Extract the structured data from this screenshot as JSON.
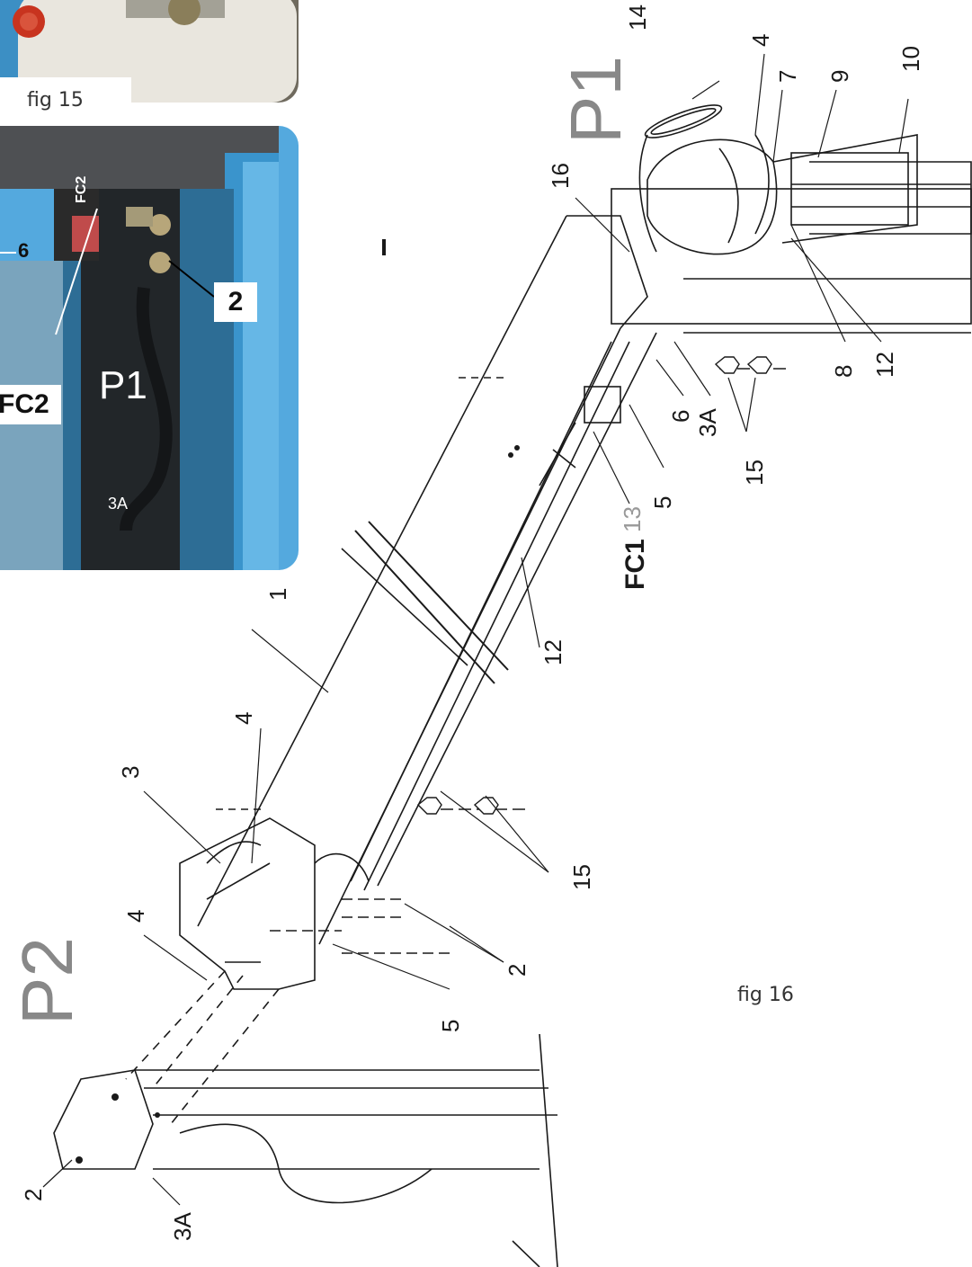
{
  "captions": {
    "fig15": "fig 15",
    "fig16": "fig 16"
  },
  "photo16": {
    "labels": {
      "six": "6",
      "fc2_tag": "FC2",
      "fc2_callout": "FC2",
      "two": "2",
      "p1": "P1",
      "three_a": "3A"
    }
  },
  "diagram": {
    "post_labels": {
      "p1": "P1",
      "p2": "P2"
    },
    "callouts": {
      "c14": "14",
      "c4_top": "4",
      "c10": "10",
      "c7": "7",
      "c9": "9",
      "c16": "16",
      "c8": "8",
      "c12_right": "12",
      "c6": "6",
      "c3a_right": "3A",
      "c15_right": "15",
      "c5_right": "5",
      "c13": "13",
      "fc1": "FC1",
      "c12_mid": "12",
      "c1": "1",
      "c4_mid": "4",
      "c3": "3",
      "c15_left": "15",
      "c4_left": "4",
      "c2_mid": "2",
      "c5_left": "5",
      "c2_bottom": "2",
      "c3a_bottom": "3A"
    }
  }
}
